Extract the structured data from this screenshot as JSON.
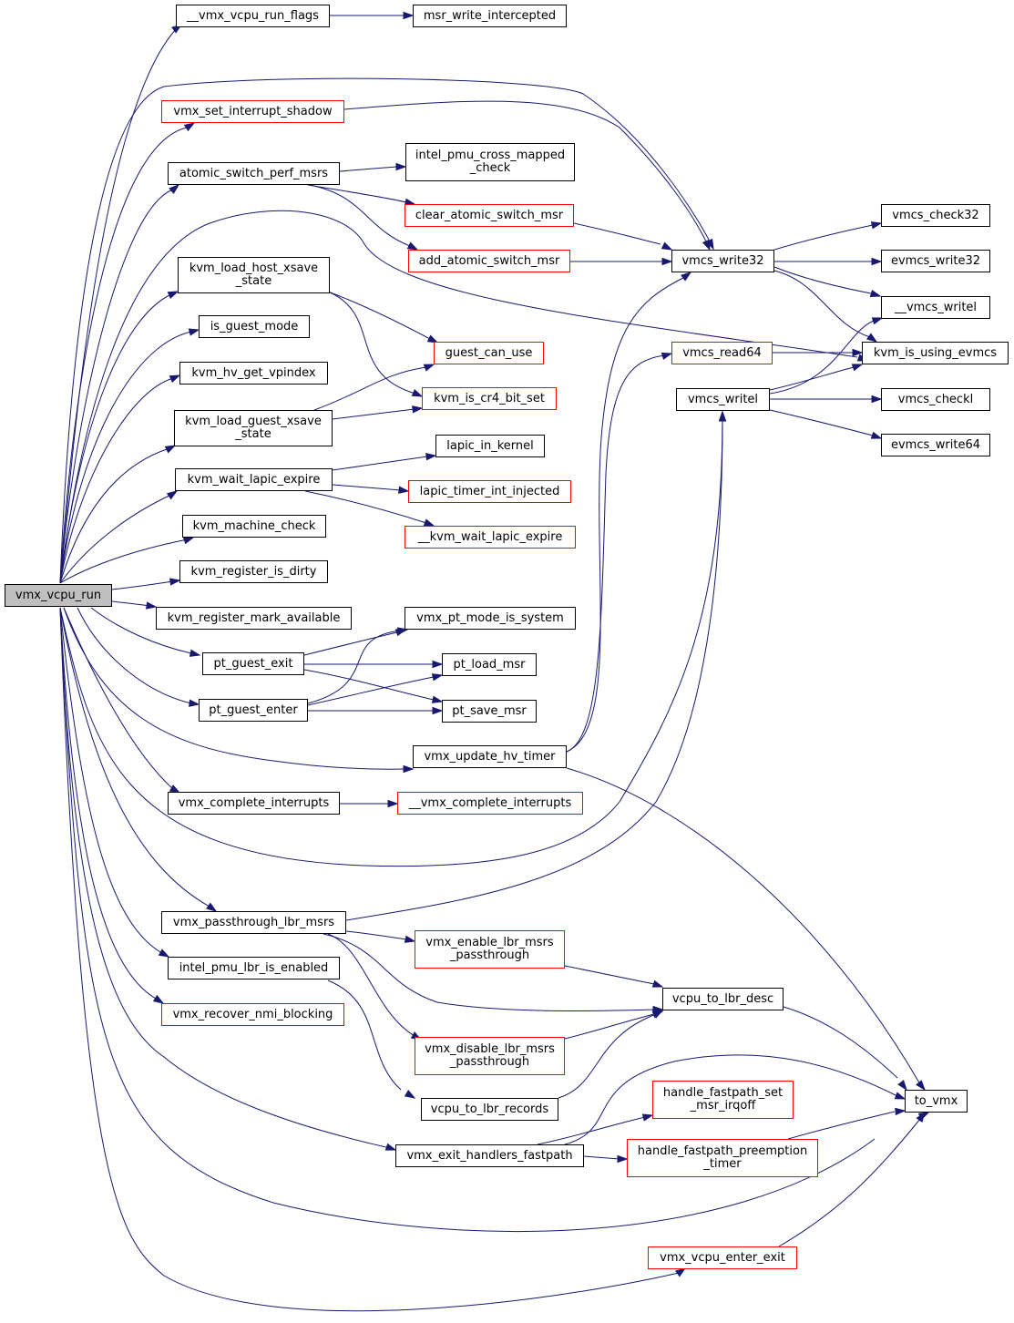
{
  "graph": {
    "root": "vmx_vcpu_run",
    "colors": {
      "edge": "#191970",
      "node_border": "#000000",
      "truncated_border": "#ff0000",
      "root_fill": "#bfbfbf"
    },
    "nodes": {
      "vmx_vcpu_run": {
        "label": "vmx_vcpu_run",
        "truncated": false
      },
      "vmx_vcpu_run_flags": {
        "label": "__vmx_vcpu_run_flags",
        "truncated": false
      },
      "msr_write_intercepted": {
        "label": "msr_write_intercepted",
        "truncated": false
      },
      "vmx_set_interrupt_shadow": {
        "label": "vmx_set_interrupt_shadow",
        "truncated": true
      },
      "atomic_switch_perf_msrs": {
        "label": "atomic_switch_perf_msrs",
        "truncated": false
      },
      "intel_pmu_cross_mapped_check": {
        "label": "intel_pmu_cross_mapped\n_check",
        "truncated": false
      },
      "clear_atomic_switch_msr": {
        "label": "clear_atomic_switch_msr",
        "truncated": true
      },
      "add_atomic_switch_msr": {
        "label": "add_atomic_switch_msr",
        "truncated": true
      },
      "vmcs_write32": {
        "label": "vmcs_write32",
        "truncated": false
      },
      "vmcs_check32": {
        "label": "vmcs_check32",
        "truncated": false
      },
      "evmcs_write32": {
        "label": "evmcs_write32",
        "truncated": false
      },
      "vmcs_writel_raw": {
        "label": "__vmcs_writel",
        "truncated": false
      },
      "kvm_is_using_evmcs": {
        "label": "kvm_is_using_evmcs",
        "truncated": false
      },
      "kvm_load_host_xsave_state": {
        "label": "kvm_load_host_xsave\n_state",
        "truncated": false
      },
      "guest_can_use": {
        "label": "guest_can_use",
        "truncated": true
      },
      "is_guest_mode": {
        "label": "is_guest_mode",
        "truncated": false
      },
      "vmcs_read64": {
        "label": "vmcs_read64",
        "truncated": true
      },
      "kvm_hv_get_vpindex": {
        "label": "kvm_hv_get_vpindex",
        "truncated": false
      },
      "kvm_is_cr4_bit_set": {
        "label": "kvm_is_cr4_bit_set",
        "truncated": true
      },
      "vmcs_writel": {
        "label": "vmcs_writel",
        "truncated": false
      },
      "vmcs_checkl": {
        "label": "vmcs_checkl",
        "truncated": false
      },
      "kvm_load_guest_xsave_state": {
        "label": "kvm_load_guest_xsave\n_state",
        "truncated": false
      },
      "evmcs_write64": {
        "label": "evmcs_write64",
        "truncated": false
      },
      "lapic_in_kernel": {
        "label": "lapic_in_kernel",
        "truncated": false
      },
      "kvm_wait_lapic_expire": {
        "label": "kvm_wait_lapic_expire",
        "truncated": false
      },
      "lapic_timer_int_injected": {
        "label": "lapic_timer_int_injected",
        "truncated": true
      },
      "kvm_wait_lapic_expire_raw": {
        "label": "__kvm_wait_lapic_expire",
        "truncated": true
      },
      "kvm_machine_check": {
        "label": "kvm_machine_check",
        "truncated": false
      },
      "kvm_register_is_dirty": {
        "label": "kvm_register_is_dirty",
        "truncated": false
      },
      "kvm_register_mark_available": {
        "label": "kvm_register_mark_available",
        "truncated": false
      },
      "vmx_pt_mode_is_system": {
        "label": "vmx_pt_mode_is_system",
        "truncated": false
      },
      "pt_guest_exit": {
        "label": "pt_guest_exit",
        "truncated": false
      },
      "pt_load_msr": {
        "label": "pt_load_msr",
        "truncated": false
      },
      "pt_guest_enter": {
        "label": "pt_guest_enter",
        "truncated": false
      },
      "pt_save_msr": {
        "label": "pt_save_msr",
        "truncated": false
      },
      "vmx_update_hv_timer": {
        "label": "vmx_update_hv_timer",
        "truncated": false
      },
      "vmx_complete_interrupts": {
        "label": "vmx_complete_interrupts",
        "truncated": false
      },
      "vmx_complete_interrupts_raw": {
        "label": "__vmx_complete_interrupts",
        "truncated": true
      },
      "vmx_passthrough_lbr_msrs": {
        "label": "vmx_passthrough_lbr_msrs",
        "truncated": false
      },
      "vmx_enable_lbr_msrs_passthrough": {
        "label": "vmx_enable_lbr_msrs\n_passthrough",
        "truncated": true
      },
      "intel_pmu_lbr_is_enabled": {
        "label": "intel_pmu_lbr_is_enabled",
        "truncated": false
      },
      "vcpu_to_lbr_desc": {
        "label": "vcpu_to_lbr_desc",
        "truncated": false
      },
      "vmx_recover_nmi_blocking": {
        "label": "vmx_recover_nmi_blocking",
        "truncated": true
      },
      "vmx_disable_lbr_msrs_passthrough": {
        "label": "vmx_disable_lbr_msrs\n_passthrough",
        "truncated": true
      },
      "handle_fastpath_set_msr_irqoff": {
        "label": "handle_fastpath_set\n_msr_irqoff",
        "truncated": true
      },
      "to_vmx": {
        "label": "to_vmx",
        "truncated": false
      },
      "vcpu_to_lbr_records": {
        "label": "vcpu_to_lbr_records",
        "truncated": false
      },
      "vmx_exit_handlers_fastpath": {
        "label": "vmx_exit_handlers_fastpath",
        "truncated": false
      },
      "handle_fastpath_preemption_timer": {
        "label": "handle_fastpath_preemption\n_timer",
        "truncated": true
      },
      "vmx_vcpu_enter_exit": {
        "label": "vmx_vcpu_enter_exit",
        "truncated": true
      }
    },
    "edges": [
      [
        "vmx_vcpu_run",
        "vmx_vcpu_run_flags"
      ],
      [
        "vmx_vcpu_run",
        "vmcs_write32"
      ],
      [
        "vmx_vcpu_run",
        "vmx_set_interrupt_shadow"
      ],
      [
        "vmx_vcpu_run",
        "atomic_switch_perf_msrs"
      ],
      [
        "vmx_vcpu_run",
        "kvm_is_using_evmcs"
      ],
      [
        "vmx_vcpu_run",
        "kvm_load_host_xsave_state"
      ],
      [
        "vmx_vcpu_run",
        "is_guest_mode"
      ],
      [
        "vmx_vcpu_run",
        "kvm_hv_get_vpindex"
      ],
      [
        "vmx_vcpu_run",
        "kvm_load_guest_xsave_state"
      ],
      [
        "vmx_vcpu_run",
        "kvm_wait_lapic_expire"
      ],
      [
        "vmx_vcpu_run",
        "kvm_machine_check"
      ],
      [
        "vmx_vcpu_run",
        "kvm_register_is_dirty"
      ],
      [
        "vmx_vcpu_run",
        "kvm_register_mark_available"
      ],
      [
        "vmx_vcpu_run",
        "pt_guest_exit"
      ],
      [
        "vmx_vcpu_run",
        "pt_guest_enter"
      ],
      [
        "vmx_vcpu_run",
        "vmx_update_hv_timer"
      ],
      [
        "vmx_vcpu_run",
        "vmx_complete_interrupts"
      ],
      [
        "vmx_vcpu_run",
        "vmcs_writel"
      ],
      [
        "vmx_vcpu_run",
        "vmx_passthrough_lbr_msrs"
      ],
      [
        "vmx_vcpu_run",
        "intel_pmu_lbr_is_enabled"
      ],
      [
        "vmx_vcpu_run",
        "vmx_recover_nmi_blocking"
      ],
      [
        "vmx_vcpu_run",
        "vmx_exit_handlers_fastpath"
      ],
      [
        "vmx_vcpu_run",
        "to_vmx"
      ],
      [
        "vmx_vcpu_run",
        "vmx_vcpu_enter_exit"
      ],
      [
        "vmx_vcpu_run_flags",
        "msr_write_intercepted"
      ],
      [
        "vmx_set_interrupt_shadow",
        "vmcs_write32"
      ],
      [
        "atomic_switch_perf_msrs",
        "intel_pmu_cross_mapped_check"
      ],
      [
        "atomic_switch_perf_msrs",
        "clear_atomic_switch_msr"
      ],
      [
        "atomic_switch_perf_msrs",
        "add_atomic_switch_msr"
      ],
      [
        "clear_atomic_switch_msr",
        "vmcs_write32"
      ],
      [
        "add_atomic_switch_msr",
        "vmcs_write32"
      ],
      [
        "vmcs_write32",
        "vmcs_check32"
      ],
      [
        "vmcs_write32",
        "evmcs_write32"
      ],
      [
        "vmcs_write32",
        "vmcs_writel_raw"
      ],
      [
        "vmcs_write32",
        "kvm_is_using_evmcs"
      ],
      [
        "kvm_load_host_xsave_state",
        "guest_can_use"
      ],
      [
        "kvm_load_host_xsave_state",
        "kvm_is_cr4_bit_set"
      ],
      [
        "kvm_load_guest_xsave_state",
        "guest_can_use"
      ],
      [
        "kvm_load_guest_xsave_state",
        "kvm_is_cr4_bit_set"
      ],
      [
        "vmcs_read64",
        "kvm_is_using_evmcs"
      ],
      [
        "vmcs_writel",
        "vmcs_writel_raw"
      ],
      [
        "vmcs_writel",
        "kvm_is_using_evmcs"
      ],
      [
        "vmcs_writel",
        "vmcs_checkl"
      ],
      [
        "vmcs_writel",
        "evmcs_write64"
      ],
      [
        "kvm_wait_lapic_expire",
        "lapic_in_kernel"
      ],
      [
        "kvm_wait_lapic_expire",
        "lapic_timer_int_injected"
      ],
      [
        "kvm_wait_lapic_expire",
        "kvm_wait_lapic_expire_raw"
      ],
      [
        "pt_guest_exit",
        "vmx_pt_mode_is_system"
      ],
      [
        "pt_guest_exit",
        "pt_load_msr"
      ],
      [
        "pt_guest_exit",
        "pt_save_msr"
      ],
      [
        "pt_guest_enter",
        "vmx_pt_mode_is_system"
      ],
      [
        "pt_guest_enter",
        "pt_load_msr"
      ],
      [
        "pt_guest_enter",
        "pt_save_msr"
      ],
      [
        "vmx_update_hv_timer",
        "vmcs_write32"
      ],
      [
        "vmx_update_hv_timer",
        "vmcs_read64"
      ],
      [
        "vmx_update_hv_timer",
        "to_vmx"
      ],
      [
        "vmx_complete_interrupts",
        "vmx_complete_interrupts_raw"
      ],
      [
        "vmx_passthrough_lbr_msrs",
        "vmcs_writel"
      ],
      [
        "vmx_passthrough_lbr_msrs",
        "vmx_enable_lbr_msrs_passthrough"
      ],
      [
        "vmx_passthrough_lbr_msrs",
        "vcpu_to_lbr_desc"
      ],
      [
        "vmx_passthrough_lbr_msrs",
        "vmx_disable_lbr_msrs_passthrough"
      ],
      [
        "vmx_enable_lbr_msrs_passthrough",
        "vcpu_to_lbr_desc"
      ],
      [
        "vmx_disable_lbr_msrs_passthrough",
        "vcpu_to_lbr_desc"
      ],
      [
        "intel_pmu_lbr_is_enabled",
        "vcpu_to_lbr_records"
      ],
      [
        "vcpu_to_lbr_records",
        "vcpu_to_lbr_desc"
      ],
      [
        "vcpu_to_lbr_desc",
        "to_vmx"
      ],
      [
        "vmx_exit_handlers_fastpath",
        "handle_fastpath_set_msr_irqoff"
      ],
      [
        "vmx_exit_handlers_fastpath",
        "handle_fastpath_preemption_timer"
      ],
      [
        "vmx_exit_handlers_fastpath",
        "to_vmx"
      ],
      [
        "handle_fastpath_preemption_timer",
        "to_vmx"
      ],
      [
        "vmx_vcpu_enter_exit",
        "to_vmx"
      ]
    ]
  }
}
